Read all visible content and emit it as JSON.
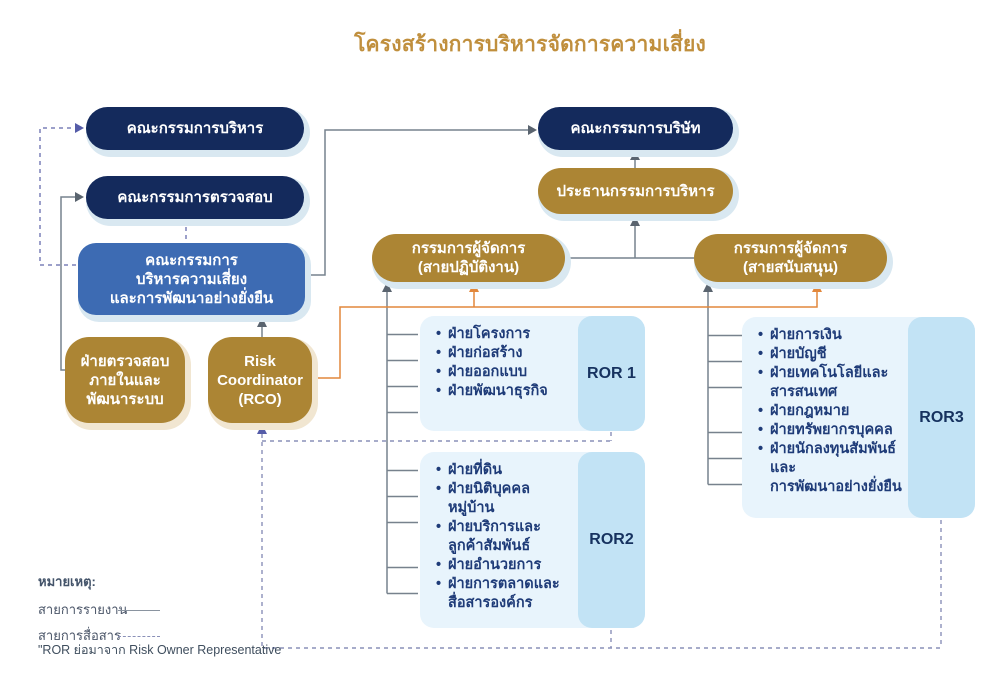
{
  "title": "โครงสร้างการบริหารจัดการความเสี่ยง",
  "colors": {
    "title_gold": "#C08F3D",
    "navy_box": "#142A5C",
    "blue_box": "#3D6BB3",
    "gold_box": "#AC8534",
    "list_box_bg": "#E8F4FC",
    "ror_tab_bg": "#C2E3F5",
    "reporting_line": "#77828D",
    "communication_line": "#8A90B8",
    "orange_line": "#E2873B",
    "halo_blue": "#D9E8F1",
    "halo_cream": "#F1E6D1"
  },
  "boxes": {
    "executive_committee": "คณะกรรมการบริหาร",
    "audit_committee": "คณะกรรมการตรวจสอบ",
    "risk_committee": [
      "คณะกรรมการ",
      "บริหารความเสี่ยง",
      "และการพัฒนาอย่างยั่งยืน"
    ],
    "internal_audit": [
      "ฝ่ายตรวจสอบ",
      "ภายในและ",
      "พัฒนาระบบ"
    ],
    "risk_coordinator": [
      "Risk",
      "Coordinator",
      "(RCO)"
    ],
    "board_of_directors": "คณะกรรมการบริษัท",
    "executive_chairman": "ประธานกรรมการบริหาร",
    "md_operations": [
      "กรรมการผู้จัดการ",
      "(สายปฏิบัติงาน)"
    ],
    "md_support": [
      "กรรมการผู้จัดการ",
      "(สายสนับสนุน)"
    ]
  },
  "groups": [
    {
      "label": "ROR 1",
      "items": [
        "ฝ่ายโครงการ",
        "ฝ่ายก่อสร้าง",
        "ฝ่ายออกแบบ",
        "ฝ่ายพัฒนาธุรกิจ"
      ]
    },
    {
      "label": "ROR2",
      "items": [
        "ฝ่ายที่ดิน",
        "ฝ่ายนิติบุคคลหมู่บ้าน",
        "ฝ่ายบริการและ\nลูกค้าสัมพันธ์",
        "ฝ่ายอำนวยการ",
        "ฝ่ายการตลาดและ\nสื่อสารองค์กร"
      ]
    },
    {
      "label": "ROR3",
      "items": [
        "ฝ่ายการเงิน",
        "ฝ่ายบัญชี",
        "ฝ่ายเทคโนโลยีและ\nสารสนเทศ",
        "ฝ่ายกฎหมาย",
        "ฝ่ายทรัพยากรบุคคล",
        "ฝ่ายนักลงทุนสัมพันธ์และ\nการพัฒนาอย่างยั่งยืน"
      ]
    }
  ],
  "legend": {
    "heading": "หมายเหตุ:",
    "reporting_line_label": "สายการรายงาน",
    "communication_line_label": "สายการสื่อสาร",
    "footnote": "\"ROR ย่อมาจาก Risk Owner Representative"
  }
}
